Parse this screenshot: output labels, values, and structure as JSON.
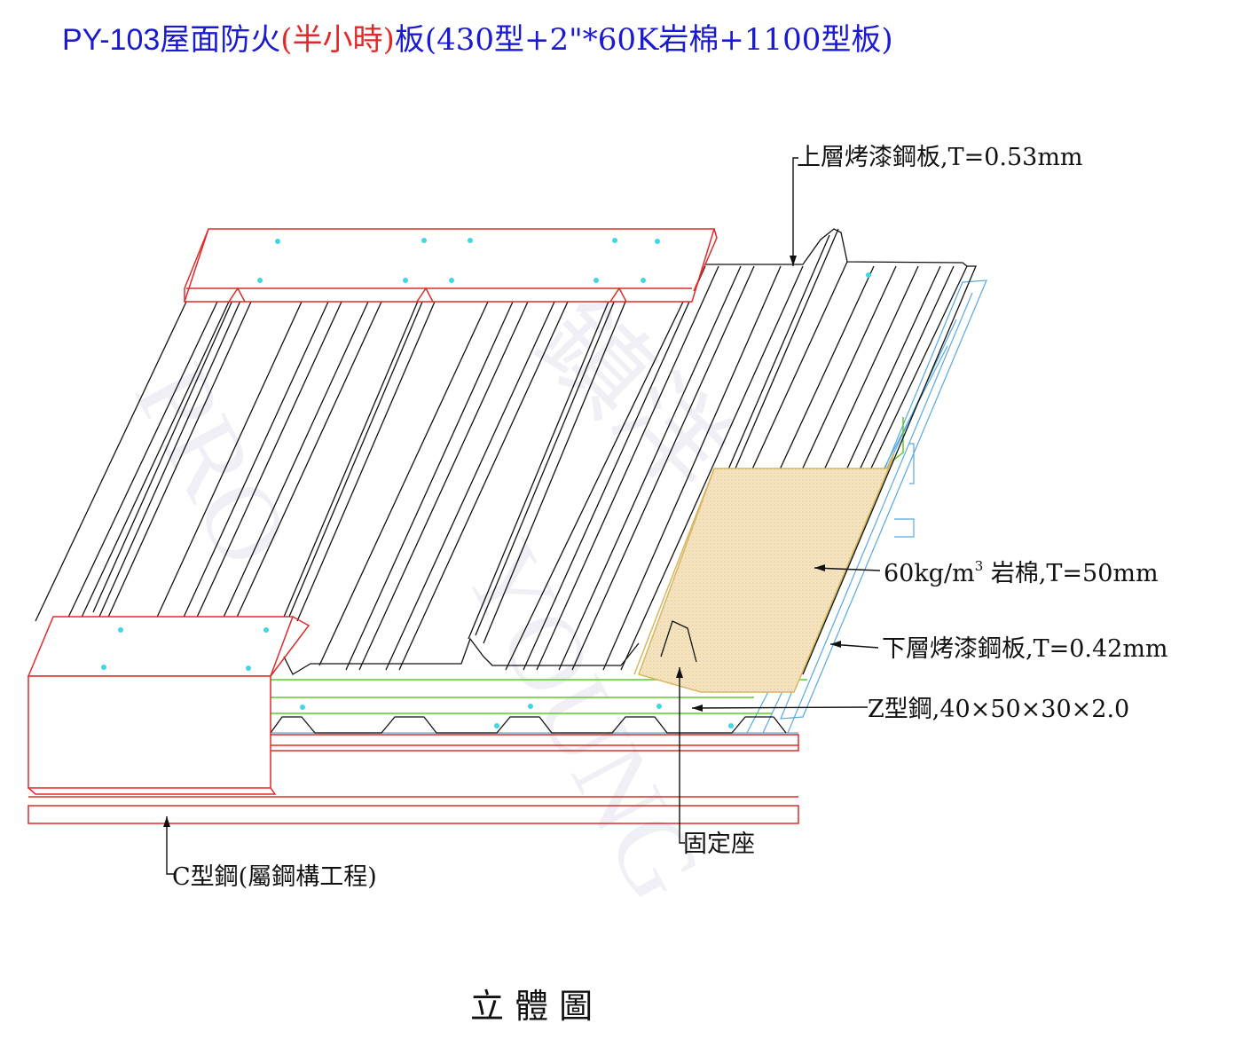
{
  "title": {
    "code": "PY-103",
    "part1": "屋面防火",
    "paren_open": "(",
    "highlight": "半小時",
    "paren_close": ")",
    "part2": "板(430型+2\"*60K岩棉+1100型板)",
    "colors": {
      "code": "#1a1ad0",
      "main": "#1a1ad0",
      "highlight": "#e02a2a"
    }
  },
  "watermark": {
    "line1": "PRO",
    "line2": "YOUNG",
    "chinese": "鎮洋"
  },
  "labels": {
    "upper_sheet": "上層烤漆鋼板,T=0.53mm",
    "rock_wool_pre": "60kg/m",
    "rock_wool_sup": "3",
    "rock_wool_post": " 岩棉,T=50mm",
    "lower_sheet": "下層烤漆鋼板,T=0.42mm",
    "z_steel": "Z型鋼,40×50×30×2.0",
    "fixing_seat": "固定座",
    "c_steel": "C型鋼(屬鋼構工程)"
  },
  "caption": "立 體 圖",
  "colors": {
    "outline": "#111111",
    "flashing": "#e02a2a",
    "lower_sheet": "#58a8e0",
    "z_steel": "#5ccc2a",
    "rock_wool": "#f3dcae",
    "rivet": "#3fd6e6"
  }
}
